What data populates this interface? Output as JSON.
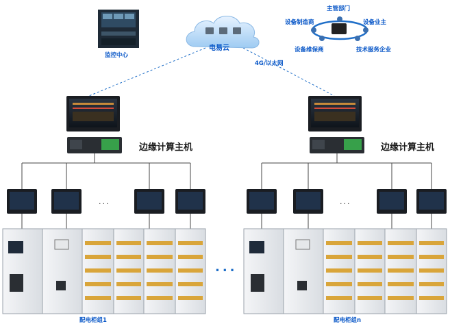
{
  "cloud": {
    "label": "电易云"
  },
  "monitor_center": {
    "label": "监控中心"
  },
  "network": {
    "label": "4G/以太网"
  },
  "stakeholders": {
    "top": "主管部门",
    "left_top": "设备制造商",
    "right_top": "设备业主",
    "left_bottom": "设备维保商",
    "right_bottom": "技术服务企业"
  },
  "edge_host": {
    "label_left": "边缘计算主机",
    "label_right": "边缘计算主机"
  },
  "ellipsis": {
    "small": "...",
    "large": "..."
  },
  "cabinet_groups": {
    "left": "配电柜组1",
    "right": "配电柜组n"
  },
  "colors": {
    "accent_blue": "#0a58c8",
    "line_blue": "#1e6ec8",
    "line_gray": "#444444"
  }
}
